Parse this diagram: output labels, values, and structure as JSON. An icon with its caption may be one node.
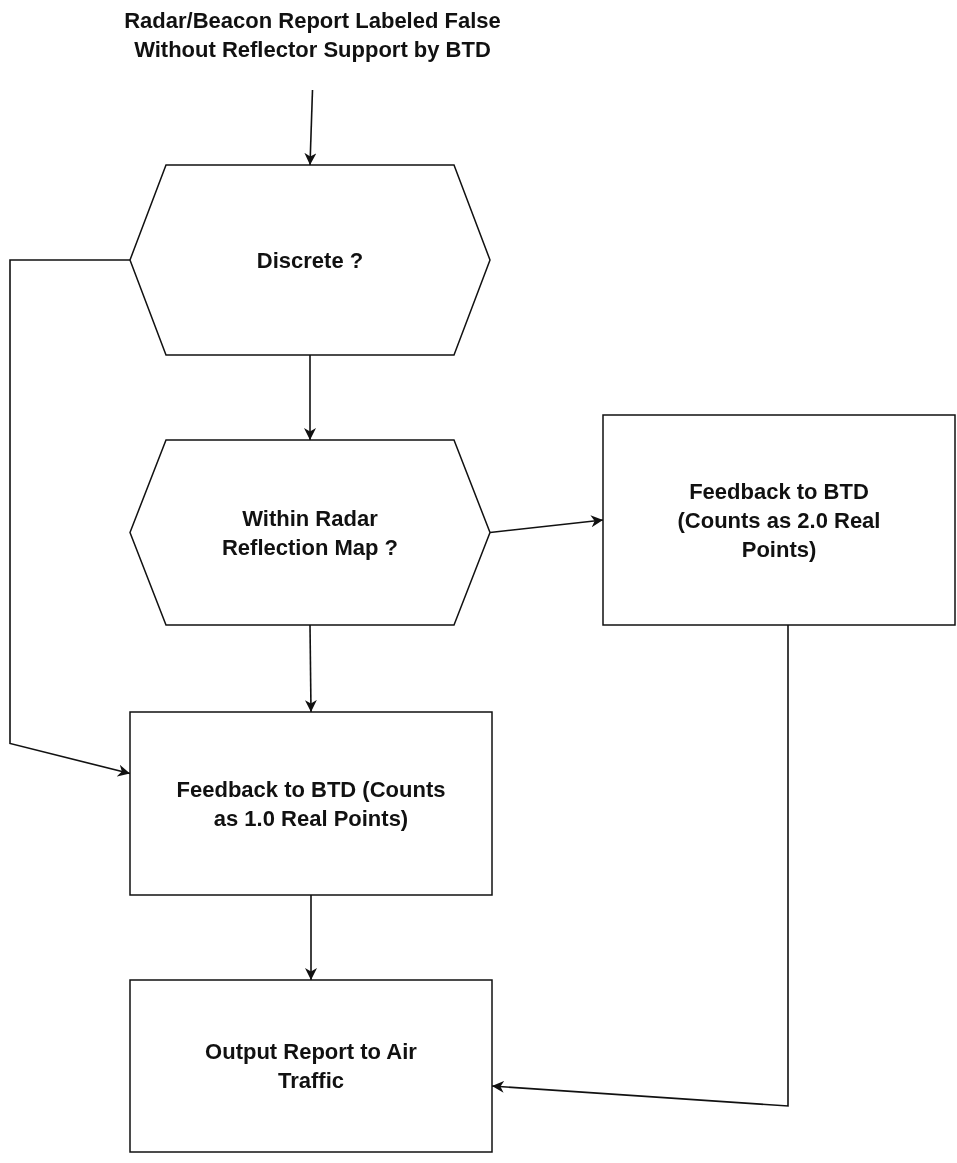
{
  "diagram": {
    "nodes": [
      {
        "text": [
          "Radar/Beacon Report Labeled False Without Reflector Support by BTD"
        ]
      },
      {
        "text": [
          "Discrete ?"
        ]
      },
      {
        "text": [
          "Within Radar Reflection Map ?"
        ]
      },
      {
        "text": [
          "Feedback to BTD (Counts as 2.0 Real Points)"
        ]
      },
      {
        "text": [
          "Feedback to BTD (Counts as 1.0 Real Points)"
        ]
      },
      {
        "text": [
          "Output Report to Air Traffic"
        ]
      }
    ],
    "edges": [
      {
        "from": 0,
        "to": 1,
        "arrow": "to"
      },
      {
        "from": 1,
        "to": 2,
        "arrow": "to"
      },
      {
        "from": 1,
        "to": 4,
        "arrow": "to"
      },
      {
        "from": 2,
        "to": 3,
        "arrow": "to"
      },
      {
        "from": 2,
        "to": 4,
        "arrow": "to"
      },
      {
        "from": 4,
        "to": 5,
        "arrow": "to"
      },
      {
        "from": 3,
        "to": 5,
        "arrow": "to"
      }
    ]
  }
}
